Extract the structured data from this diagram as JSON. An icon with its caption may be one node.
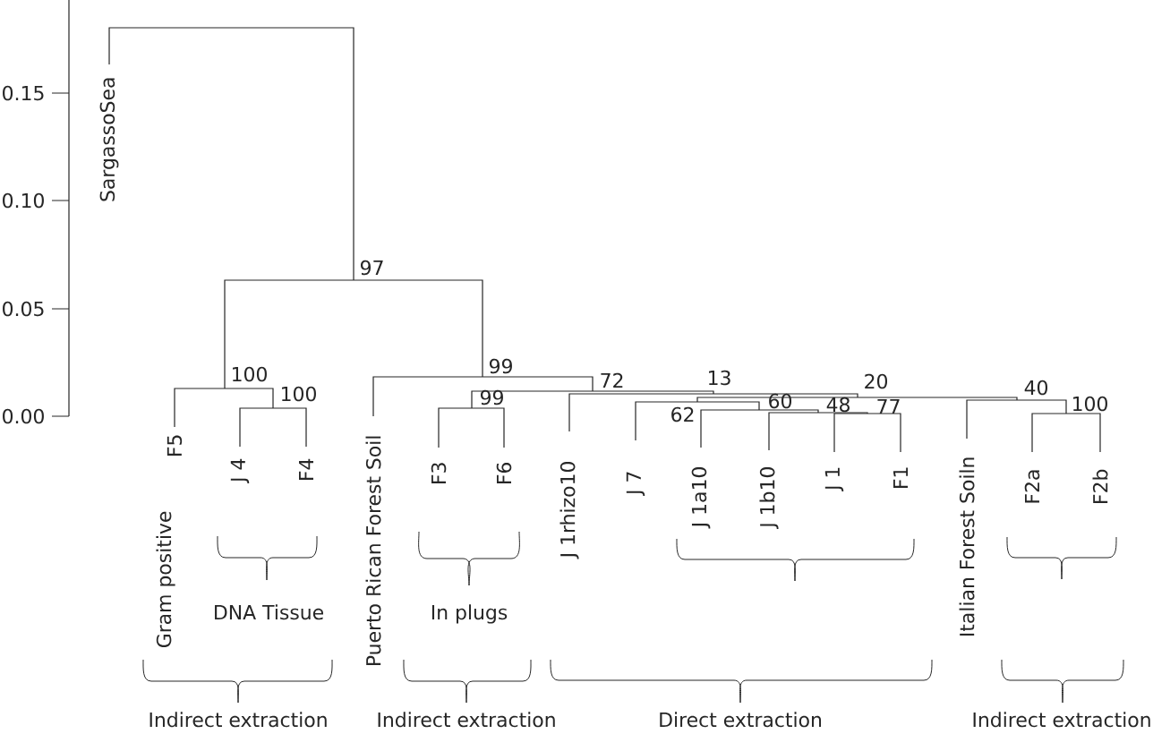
{
  "diagram": {
    "nodes": [
      {
        "text": [
          "SargassoSea"
        ]
      },
      {
        "text": [
          "97"
        ]
      },
      {
        "text": [
          "100"
        ]
      },
      {
        "text": [
          "F5"
        ]
      },
      {
        "text": [
          "100"
        ]
      },
      {
        "text": [
          "J 4"
        ]
      },
      {
        "text": [
          "F4"
        ]
      },
      {
        "text": [
          "99"
        ]
      },
      {
        "text": [
          "Puerto Rican Forest Soil"
        ]
      },
      {
        "text": [
          "72"
        ]
      },
      {
        "text": [
          "99"
        ]
      },
      {
        "text": [
          "F3"
        ]
      },
      {
        "text": [
          "F6"
        ]
      },
      {
        "text": [
          "13"
        ]
      },
      {
        "text": [
          "J 1rhizo10"
        ]
      },
      {
        "text": [
          "20"
        ]
      },
      {
        "text": [
          "62"
        ]
      },
      {
        "text": [
          "J 7"
        ]
      },
      {
        "text": [
          "60"
        ]
      },
      {
        "text": [
          "J 1a10"
        ]
      },
      {
        "text": [
          "48"
        ]
      },
      {
        "text": [
          "J 1b10"
        ]
      },
      {
        "text": [
          "77"
        ]
      },
      {
        "text": [
          "J 1"
        ]
      },
      {
        "text": [
          "F1"
        ]
      },
      {
        "text": [
          "40"
        ]
      },
      {
        "text": [
          "Italian Forest Soiln"
        ]
      },
      {
        "text": [
          "100"
        ]
      },
      {
        "text": [
          "F2a"
        ]
      },
      {
        "text": [
          "F2b"
        ]
      }
    ],
    "edges": [
      {
        "from": 1,
        "to": 0,
        "arrow": "none"
      },
      {
        "from": 1,
        "to": 2,
        "arrow": "none"
      },
      {
        "from": 1,
        "to": 7,
        "arrow": "none"
      },
      {
        "from": 2,
        "to": 3,
        "arrow": "none"
      },
      {
        "from": 2,
        "to": 4,
        "arrow": "none"
      },
      {
        "from": 4,
        "to": 5,
        "arrow": "none"
      },
      {
        "from": 4,
        "to": 6,
        "arrow": "none"
      },
      {
        "from": 7,
        "to": 8,
        "arrow": "none"
      },
      {
        "from": 7,
        "to": 9,
        "arrow": "none"
      },
      {
        "from": 9,
        "to": 10,
        "arrow": "none"
      },
      {
        "from": 9,
        "to": 13,
        "arrow": "none"
      },
      {
        "from": 10,
        "to": 11,
        "arrow": "none"
      },
      {
        "from": 10,
        "to": 12,
        "arrow": "none"
      },
      {
        "from": 13,
        "to": 14,
        "arrow": "none"
      },
      {
        "from": 13,
        "to": 15,
        "arrow": "none"
      },
      {
        "from": 15,
        "to": 16,
        "arrow": "none"
      },
      {
        "from": 15,
        "to": 25,
        "arrow": "none"
      },
      {
        "from": 16,
        "to": 17,
        "arrow": "none"
      },
      {
        "from": 16,
        "to": 18,
        "arrow": "none"
      },
      {
        "from": 18,
        "to": 19,
        "arrow": "none"
      },
      {
        "from": 18,
        "to": 20,
        "arrow": "none"
      },
      {
        "from": 20,
        "to": 21,
        "arrow": "none"
      },
      {
        "from": 20,
        "to": 22,
        "arrow": "none"
      },
      {
        "from": 22,
        "to": 23,
        "arrow": "none"
      },
      {
        "from": 22,
        "to": 24,
        "arrow": "none"
      },
      {
        "from": 25,
        "to": 26,
        "arrow": "none"
      },
      {
        "from": 25,
        "to": 27,
        "arrow": "none"
      },
      {
        "from": 27,
        "to": 28,
        "arrow": "none"
      },
      {
        "from": 27,
        "to": 29,
        "arrow": "none"
      }
    ],
    "labels": [
      "0.15",
      "0.10",
      "0.05",
      "0.00",
      "Gram positive",
      "DNA Tissue",
      "In plugs",
      "Indirect extraction",
      "Indirect extraction",
      "Direct extraction",
      "Indirect extraction"
    ]
  }
}
